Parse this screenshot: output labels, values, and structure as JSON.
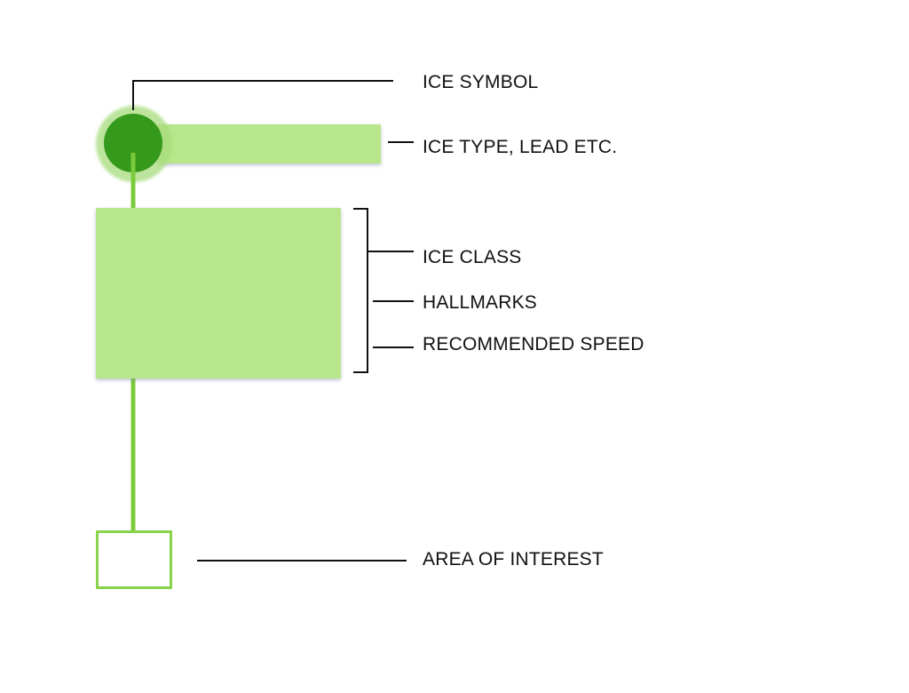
{
  "labels": {
    "ice_symbol": "ICE SYMBOL",
    "ice_type": "ICE TYPE, LEAD ETC.",
    "ice_class": "ICE CLASS",
    "hallmarks": "HALLMARKS",
    "recommended_speed": "RECOMMENDED SPEED",
    "area_of_interest": "AREA OF INTEREST"
  },
  "colors": {
    "light_green": "#b8e68a",
    "dark_green": "#359a1c",
    "halo_green": "#a6dc7c",
    "stem_green": "#7ccb3a",
    "line": "#111111"
  }
}
